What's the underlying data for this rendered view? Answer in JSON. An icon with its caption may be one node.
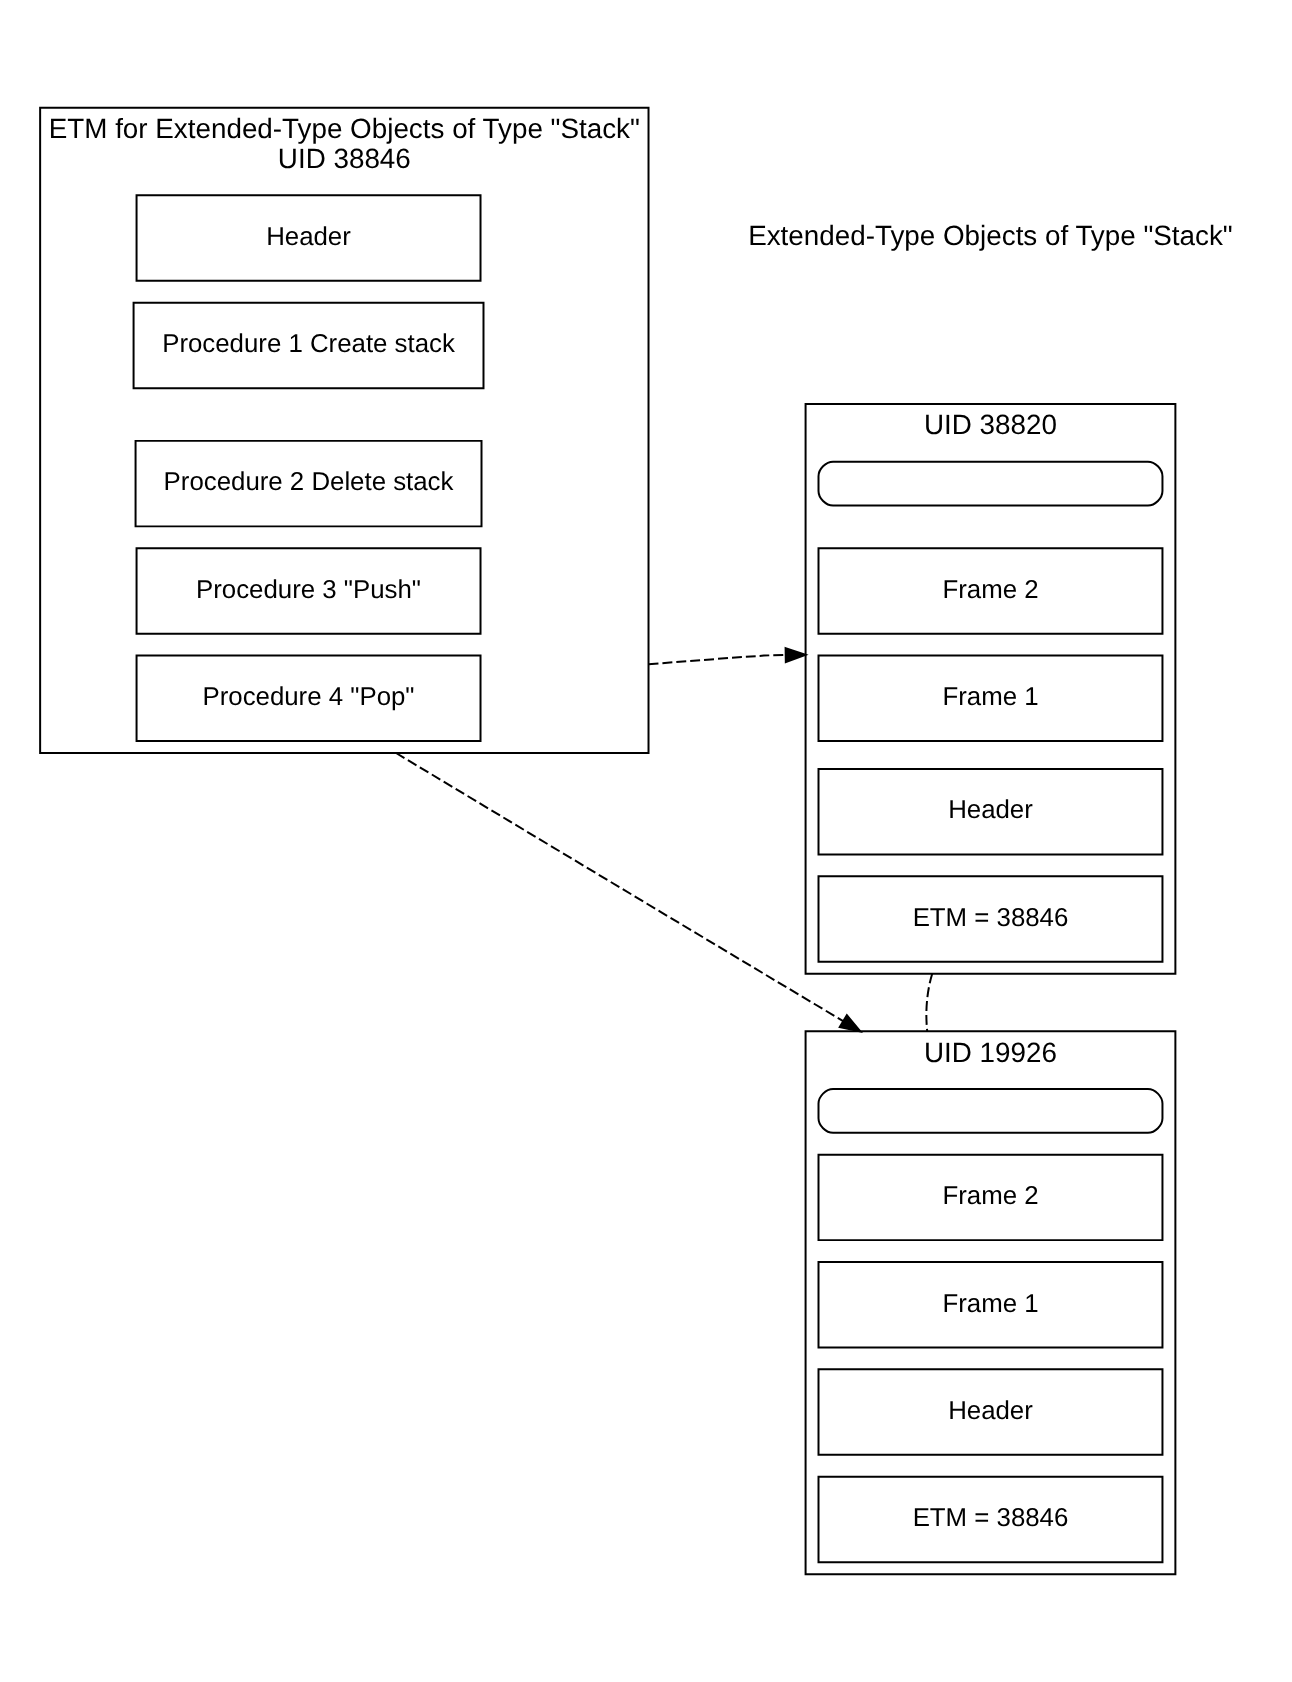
{
  "diagram": {
    "nodes": [
      {
        "text": [
          "ETM for Extended-Type Objects of Type \"Stack\"",
          "UID 38846"
        ]
      },
      {
        "text": [
          "Header"
        ],
        "in": 0
      },
      {
        "text": [
          "Procedure 1 Create stack"
        ],
        "in": 0
      },
      {
        "text": [
          "Procedure 2 Delete stack"
        ],
        "in": 0
      },
      {
        "text": [
          "Procedure 3 \"Push\""
        ],
        "in": 0
      },
      {
        "text": [
          "Procedure 4 \"Pop\""
        ],
        "in": 0
      },
      {
        "text": [
          "UID 38820"
        ]
      },
      {
        "text": [],
        "shape": "box",
        "in": 6
      },
      {
        "text": [
          "Frame 2"
        ],
        "in": 6
      },
      {
        "text": [
          "Frame 1"
        ],
        "in": 6
      },
      {
        "text": [
          "Header"
        ],
        "in": 6
      },
      {
        "text": [
          "ETM = 38846"
        ],
        "in": 6
      },
      {
        "text": [
          "UID 19926"
        ]
      },
      {
        "text": [],
        "shape": "box",
        "in": 12
      },
      {
        "text": [
          "Frame 2"
        ],
        "in": 12
      },
      {
        "text": [
          "Frame 1"
        ],
        "in": 12
      },
      {
        "text": [
          "Header"
        ],
        "in": 12
      },
      {
        "text": [
          "ETM = 38846"
        ],
        "in": 12
      }
    ],
    "edges": [
      {
        "from": 0,
        "to": 6,
        "arrow": "to",
        "style": "dashed"
      },
      {
        "from": 6,
        "to": 12,
        "arrow": "none",
        "style": "dashed"
      },
      {
        "from": 0,
        "to": 12,
        "arrow": "to",
        "style": "dashed"
      }
    ],
    "labels": [
      "Extended-Type Objects of Type \"Stack\""
    ]
  }
}
